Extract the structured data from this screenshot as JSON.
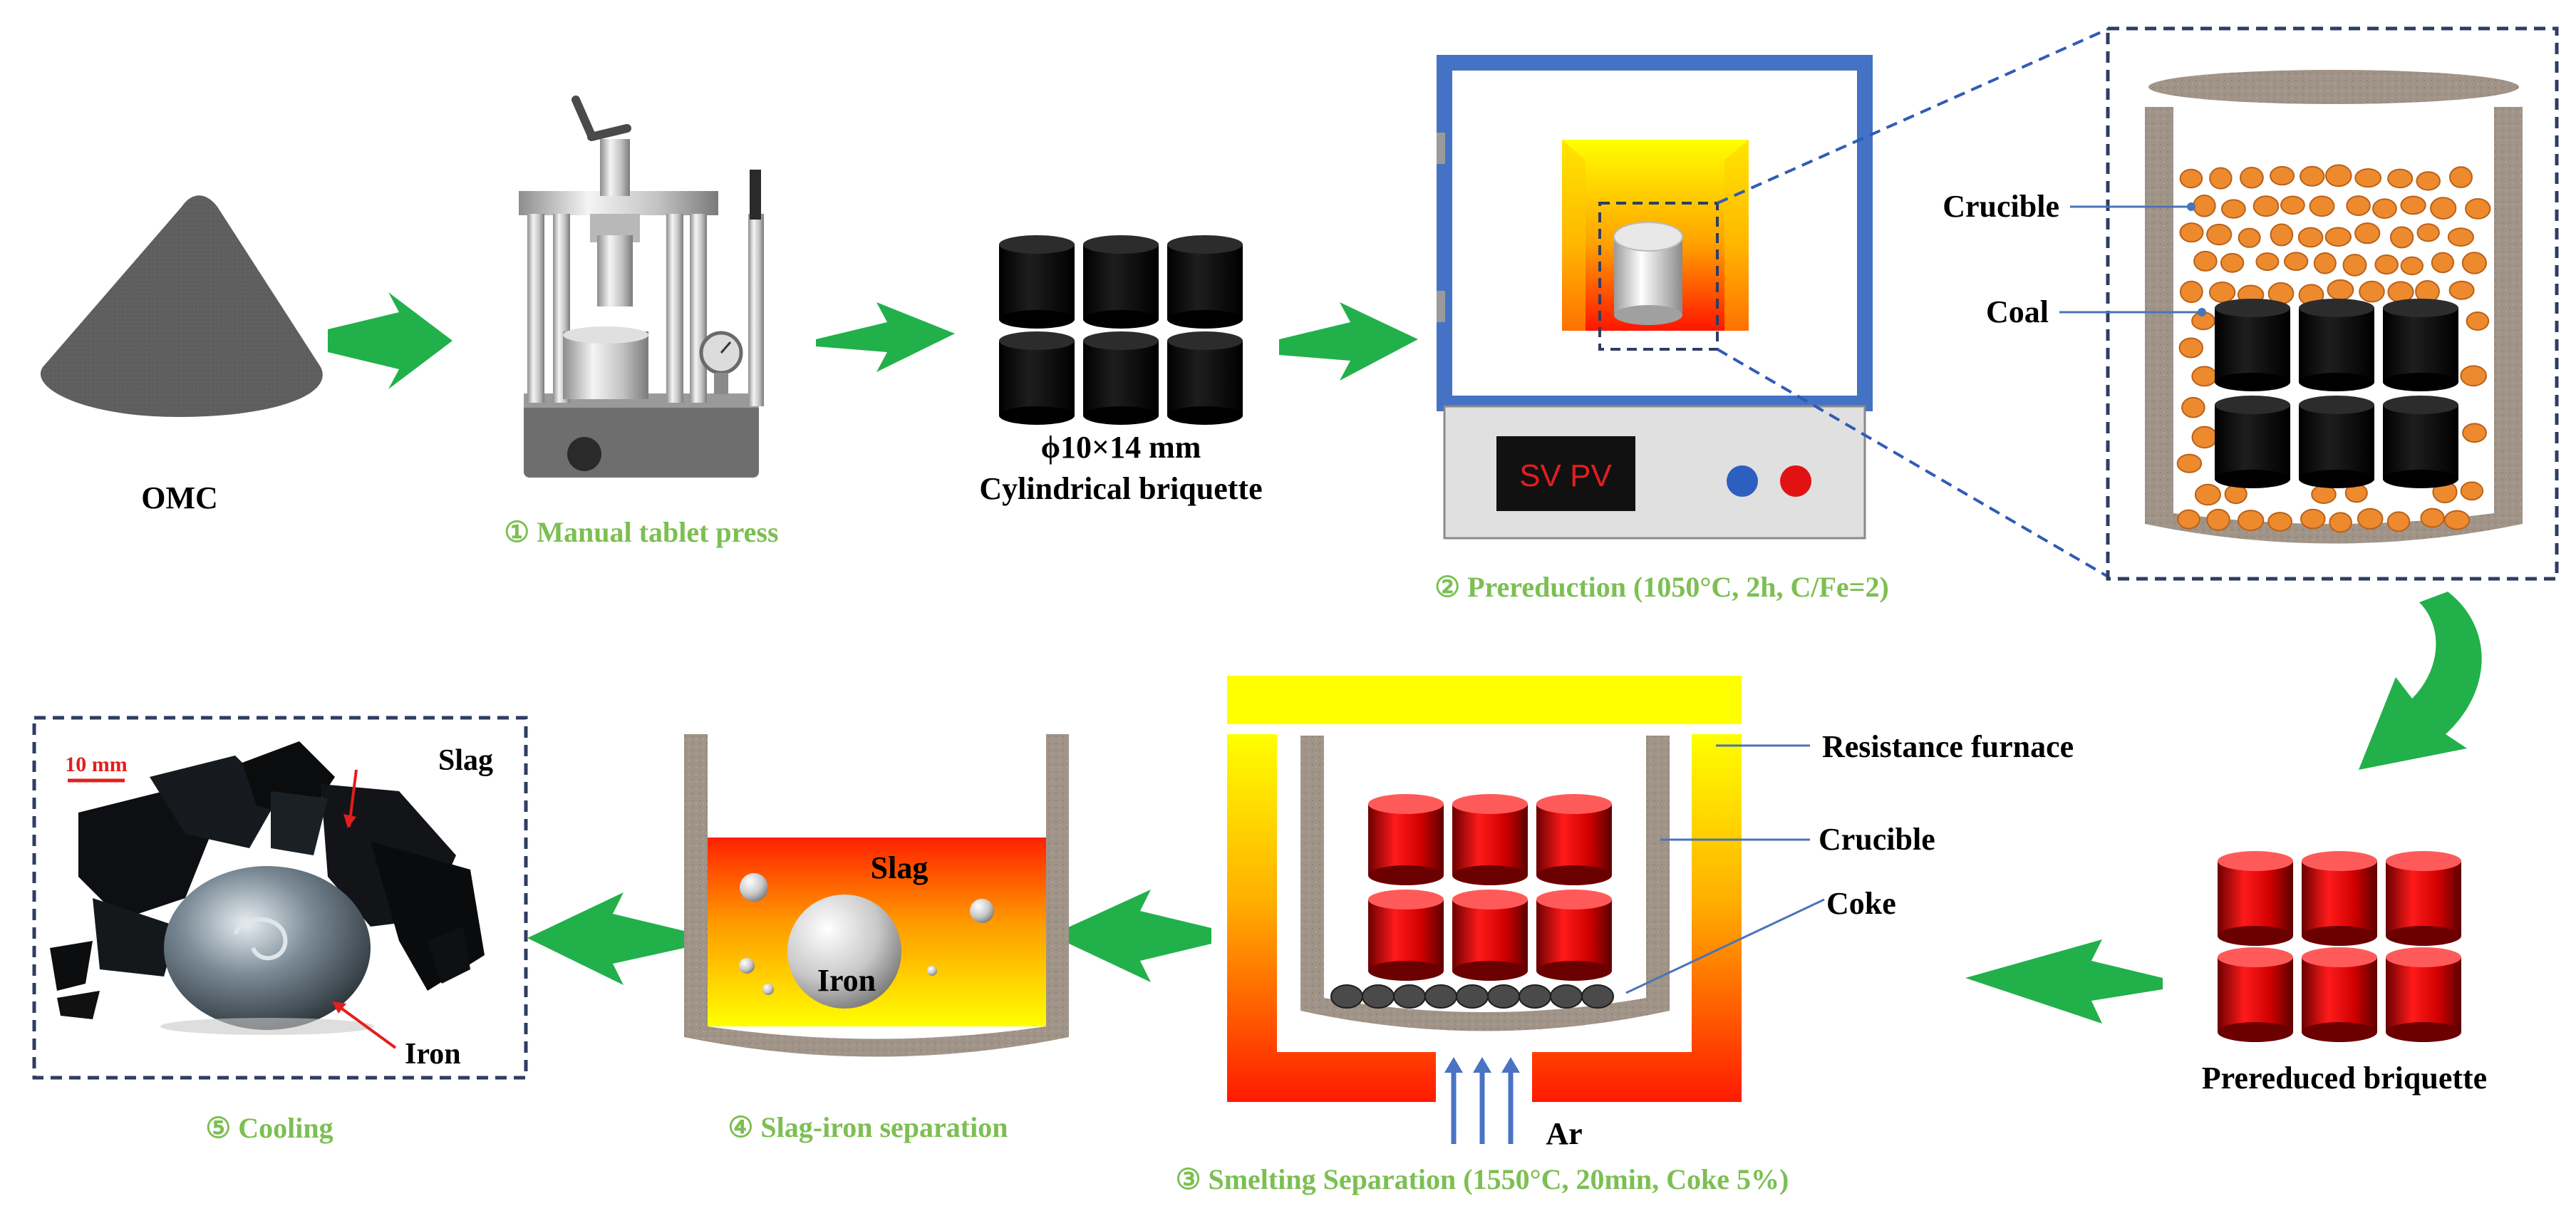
{
  "colors": {
    "arrow_green": "#22b04b",
    "step_label_green": "#7cbf52",
    "oven_blue": "#4472c4",
    "dashed_navy": "#2f3d63",
    "leader_blue": "#4a73b8",
    "briquette_black": "#0c0c0c",
    "briquette_red": "#d50000",
    "coal_orange": "#ee8a2e",
    "furnace_yellow": "#ffff00",
    "furnace_red": "#ff1a00",
    "crucible_wall": "#9c8f84",
    "display_red": "#e31e1e"
  },
  "labels": {
    "omc": "OMC",
    "step1": "① Manual tablet press",
    "briquette_size": "ϕ10×14 mm",
    "briquette_name": "Cylindrical briquette",
    "step2": "② Prereduction (1050°C, 2h, C/Fe=2)",
    "oven_display": "SV  PV",
    "crucible_top": "Crucible",
    "coal": "Coal",
    "prereduced": "Prereduced briquette",
    "resistance_furnace": "Resistance furnace",
    "crucible_furnace": "Crucible",
    "coke": "Coke",
    "ar": "Ar",
    "step3": "③ Smelting Separation (1550°C, 20min, Coke 5%)",
    "slag_sep": "Slag",
    "iron_sep": "Iron",
    "step4": "④ Slag-iron separation",
    "scale": "10 mm",
    "slag_photo": "Slag",
    "iron_photo": "Iron",
    "step5": "⑤ Cooling"
  },
  "icons": [
    "omc-powder-pile-icon",
    "tablet-press-icon",
    "black-briquette-icon",
    "oven-icon",
    "coal-particle-icon",
    "red-briquette-icon",
    "resistance-furnace-icon",
    "coke-particle-icon",
    "iron-bead-icon",
    "gas-flow-arrow-icon"
  ]
}
